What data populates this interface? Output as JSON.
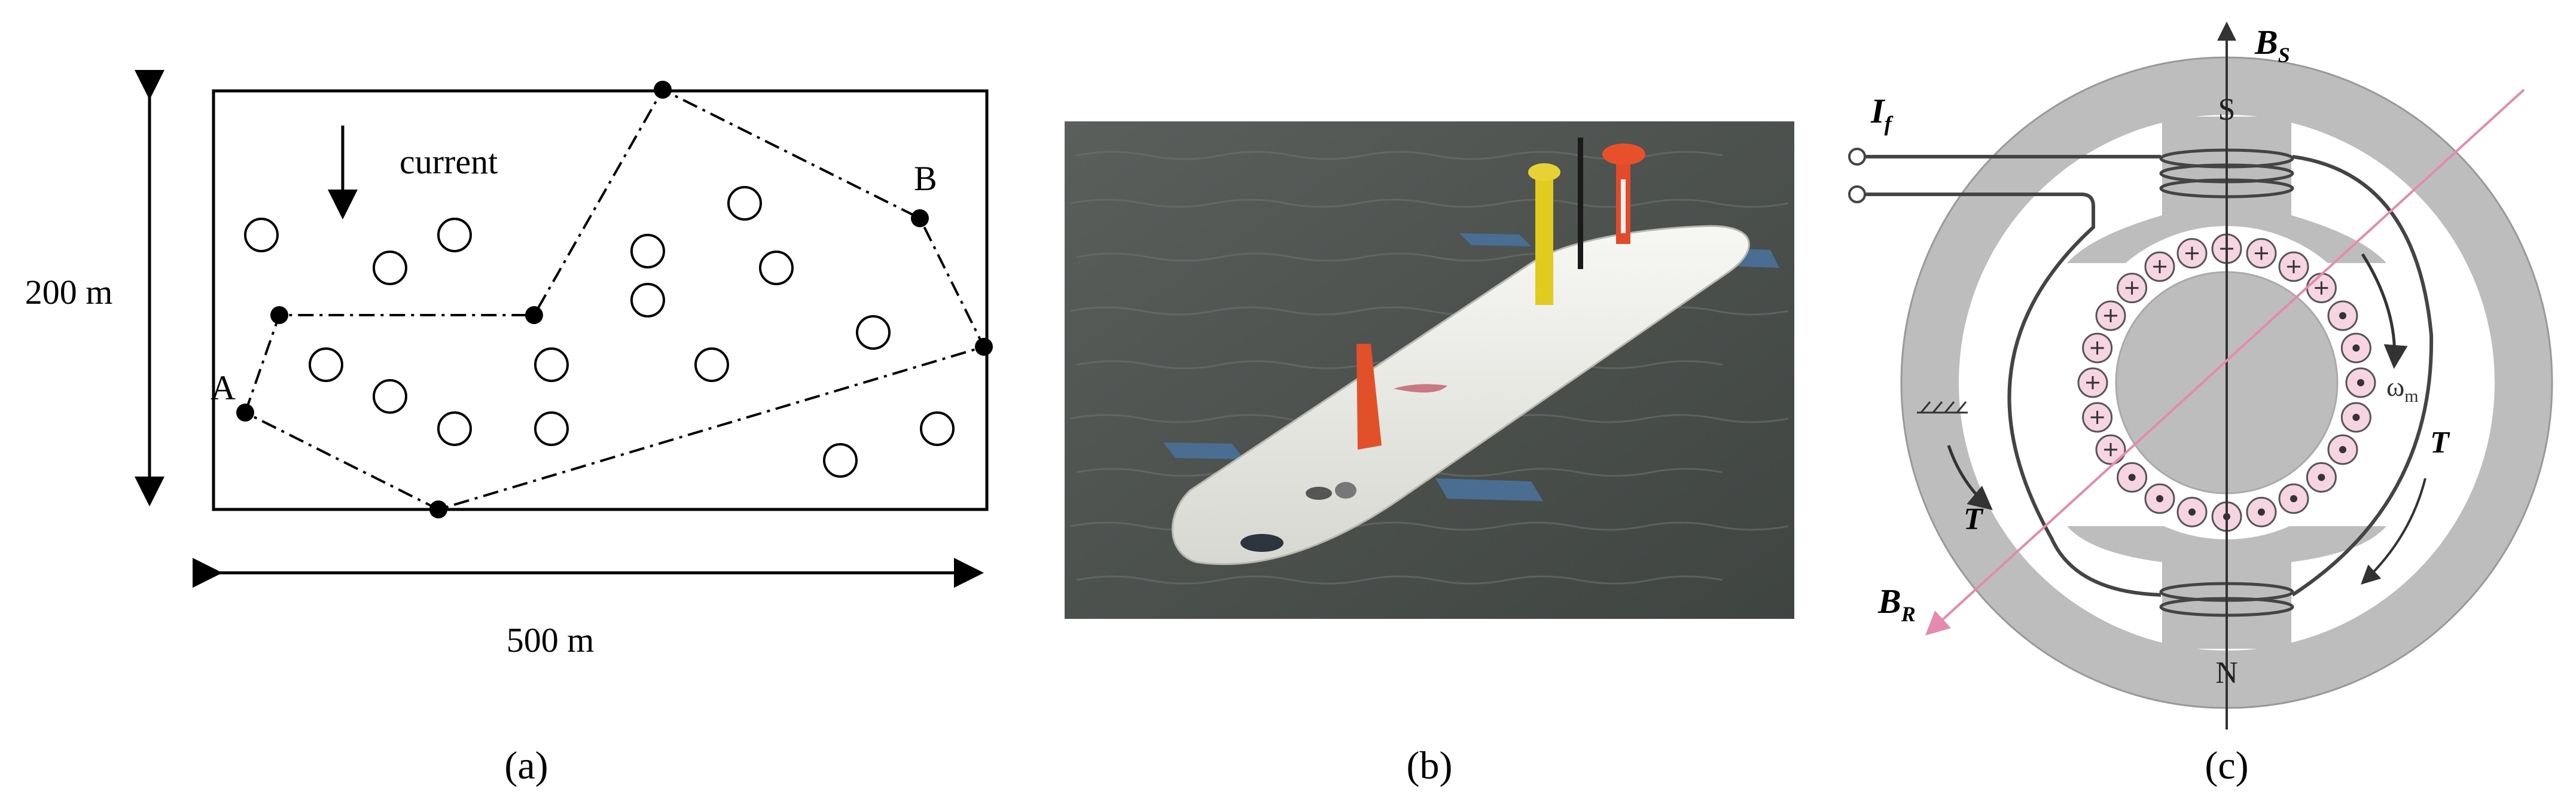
{
  "panel_a": {
    "width_label": "500 m",
    "height_label": "200 m",
    "current_label": "current",
    "point_a_label": "A",
    "point_b_label": "B",
    "caption": "(a)"
  },
  "panel_b": {
    "caption": "(b)"
  },
  "panel_c": {
    "bs_label": "B",
    "bs_sub": "S",
    "br_label": "B",
    "br_sub": "R",
    "if_label": "I",
    "if_sub": "f",
    "pole_s": "S",
    "pole_n": "N",
    "omega_label": "ω",
    "omega_sub": "m",
    "torque_right": "T",
    "torque_left": "T",
    "caption": "(c)"
  }
}
